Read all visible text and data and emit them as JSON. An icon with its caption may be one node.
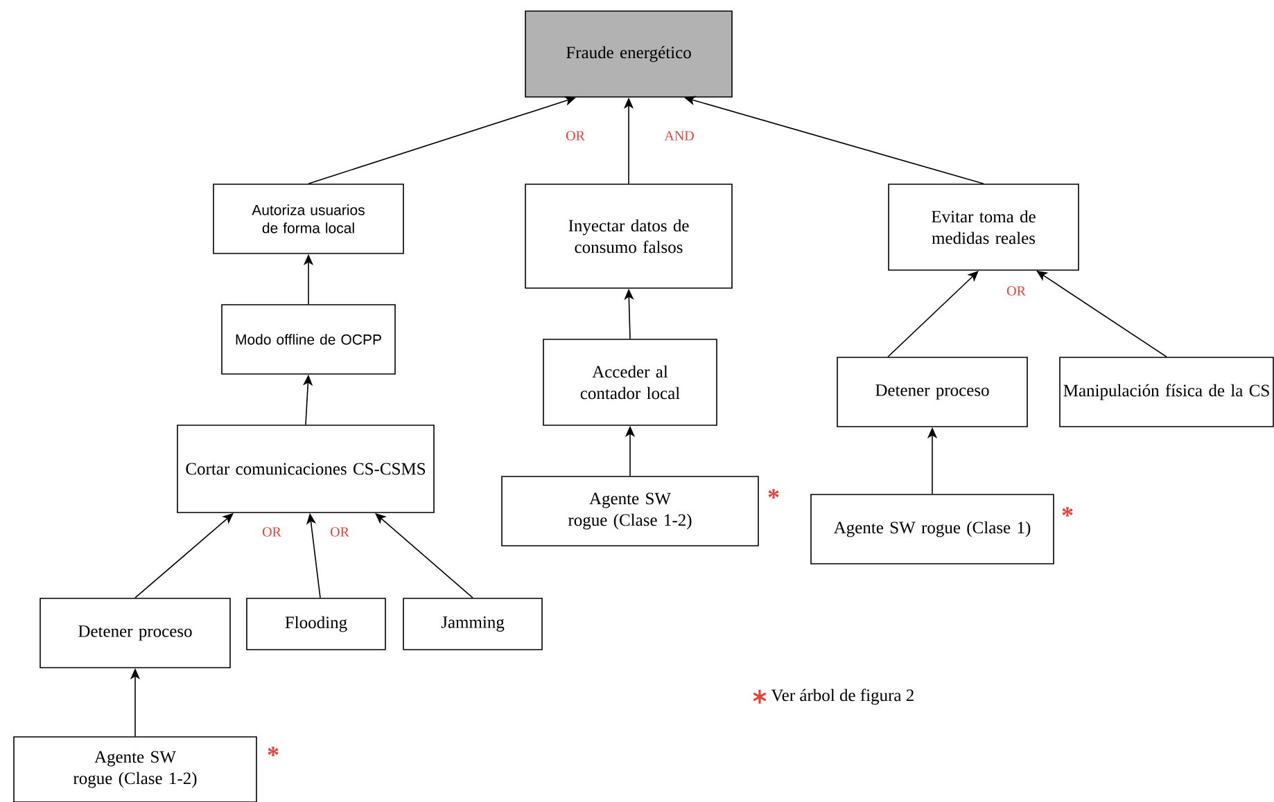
{
  "diagram": {
    "nodes": [
      {
        "text": [
          "Fraude  energético"
        ]
      },
      {
        "text": [
          "Autoriza usuarios de forma local"
        ]
      },
      {
        "text": [
          "Inyectar datos de consumo falsos"
        ]
      },
      {
        "text": [
          "Evitar toma de medidas reales"
        ]
      },
      {
        "text": [
          "Modo offline de OCPP"
        ]
      },
      {
        "text": [
          "Acceder al contador local"
        ]
      },
      {
        "text": [
          "Detener proceso"
        ]
      },
      {
        "text": [
          "Manipulación física de la CS"
        ]
      },
      {
        "text": [
          "Cortar comunicaciones CS-CSMS"
        ]
      },
      {
        "text": [
          "Agente SW rogue (Clase 1-2)"
        ],
        "beside": [
          "*"
        ]
      },
      {
        "text": [
          "Agente SW rogue (Clase 1)"
        ],
        "beside": [
          "*"
        ]
      },
      {
        "text": [
          "Detener proceso"
        ]
      },
      {
        "text": [
          "Flooding"
        ]
      },
      {
        "text": [
          "Jamming"
        ]
      },
      {
        "text": [
          "Agente SW rogue (Clase 1-2)"
        ],
        "beside": [
          "*"
        ]
      }
    ],
    "edges": [
      {
        "from": 1,
        "to": 0,
        "arrow": "to"
      },
      {
        "from": 2,
        "to": 0,
        "arrow": "to"
      },
      {
        "from": 3,
        "to": 0,
        "arrow": "to"
      },
      {
        "from": 4,
        "to": 1,
        "arrow": "to"
      },
      {
        "from": 5,
        "to": 2,
        "arrow": "to"
      },
      {
        "from": 6,
        "to": 3,
        "arrow": "to"
      },
      {
        "from": 7,
        "to": 3,
        "arrow": "to"
      },
      {
        "from": 8,
        "to": 4,
        "arrow": "to"
      },
      {
        "from": 9,
        "to": 5,
        "arrow": "to"
      },
      {
        "from": 10,
        "to": 6,
        "arrow": "to"
      },
      {
        "from": 11,
        "to": 8,
        "arrow": "to"
      },
      {
        "from": 12,
        "to": 8,
        "arrow": "to"
      },
      {
        "from": 13,
        "to": 8,
        "arrow": "to"
      },
      {
        "from": 14,
        "to": 11,
        "arrow": "to"
      }
    ],
    "labels": [
      "OR",
      "AND",
      "OR",
      "OR",
      "OR"
    ],
    "legend": [
      {
        "text": "Ver árbol de figura 2"
      }
    ]
  }
}
